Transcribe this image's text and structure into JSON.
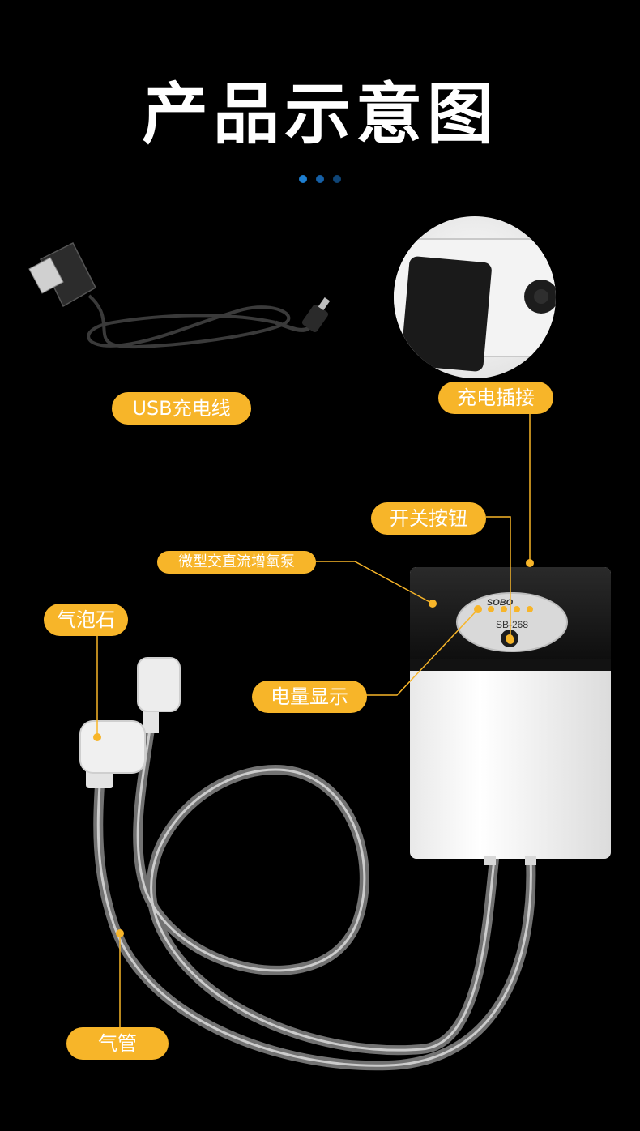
{
  "title": "产品示意图",
  "accent": "#f7b529",
  "dot_colors": [
    "#1e7fd1",
    "#1660a6",
    "#0f4577"
  ],
  "product": {
    "brand": "SOBO",
    "model": "SB-268"
  },
  "labels": {
    "usb_cable": "USB充电线",
    "charging_port": "充电插接",
    "power_button": "开关按钮",
    "micro_pump": "微型交直流增氧泵",
    "air_stone": "气泡石",
    "battery_display": "电量显示",
    "air_tube": "气管"
  }
}
